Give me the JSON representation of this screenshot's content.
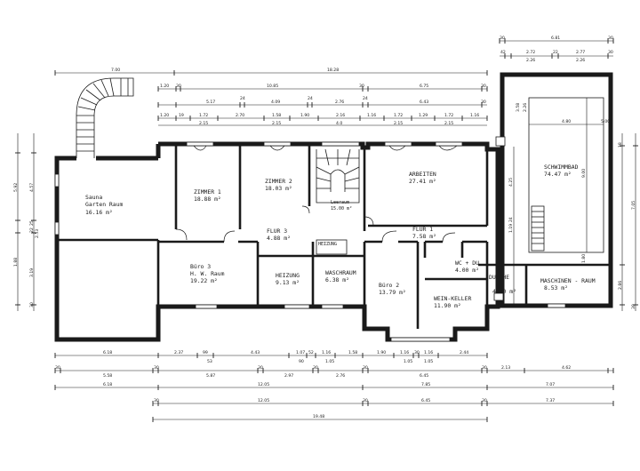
{
  "rooms": {
    "sauna": {
      "name": "Sauna",
      "name2": "Garten Raum",
      "area": "16.16 m²"
    },
    "zimmer1": {
      "name": "ZIMMER 1",
      "area": "18.88 m²"
    },
    "zimmer2": {
      "name": "ZIMMER 2",
      "area": "18.03 m²"
    },
    "leeraum": {
      "name": "Leeraum",
      "area": "15.00 m²"
    },
    "arbeiten": {
      "name": "ARBEITEN",
      "area": "27.41 m²"
    },
    "schwimmbad": {
      "name": "SCHWIMMBAD",
      "area": "74.47 m²"
    },
    "flur3": {
      "name": "FLUR 3",
      "area": "4.88 m²"
    },
    "flur1": {
      "name": "FLUR 1",
      "area": "7.58 m²"
    },
    "buero3": {
      "name": "Büro 3",
      "name2": "H. W. Raum",
      "area": "19.22 m²"
    },
    "heizung": {
      "name": "HEIZUNG",
      "area": "9.13 m²"
    },
    "heizung_small": {
      "name": "HEIZUNG"
    },
    "waschraum": {
      "name": "WASCHRAUM",
      "area": "6.38 m²"
    },
    "buero2": {
      "name": "Büro 2",
      "area": "13.79 m²"
    },
    "weinkeller": {
      "name": "WEIN-KELLER",
      "area": "11.90 m²"
    },
    "wcdu": {
      "name": "WC + DU",
      "area": "4.00 m²"
    },
    "dusche": {
      "name": "DUSCHE",
      "area": "4.70 m²"
    },
    "maschinen": {
      "name": "MASCHINEN - RAUM",
      "area": "8.53 m²"
    }
  },
  "dims": {
    "top_total": "18.28",
    "top_left": "7.00",
    "row1": [
      "1.20",
      "30",
      "10.85",
      "30",
      "6.75",
      "30"
    ],
    "row2": [
      "5.17",
      "24",
      "4.09",
      "24",
      "2.76",
      "24",
      "6.43",
      "30"
    ],
    "row3": [
      "1.20",
      "19",
      "1.72",
      "2.70",
      "1.58",
      "1.90",
      "2.16",
      "1.16",
      "1.72",
      "1.29",
      "1.72",
      "1.16"
    ],
    "row3b": [
      "2.15",
      "2.15",
      "4.0",
      "2.15",
      "2.15"
    ],
    "pool_top": [
      "30",
      "6.81",
      "30"
    ],
    "pool_row2": [
      "42",
      "2.72",
      "22",
      "2.77",
      "30"
    ],
    "pool_row3": [
      "2.26",
      "2.26"
    ],
    "pool_inner": "4.80",
    "pool_side": "5.00",
    "bot1": [
      "6.18",
      "2.37",
      "99",
      "4.43",
      "1.07",
      "52",
      "1.16",
      "1.58",
      "1.90",
      "1.16",
      "30",
      "1.16",
      "2.44"
    ],
    "bot1b": [
      "53",
      "90",
      "1.05",
      "1.05",
      "1.05"
    ],
    "bot2": [
      "30",
      "5.58",
      "30",
      "5.87",
      "30",
      "2.97",
      "30",
      "2.76",
      "30",
      "6.45",
      "30",
      "2.13",
      "4.62"
    ],
    "bot3": [
      "6.18",
      "12.05",
      "7.85",
      "7.07"
    ],
    "bot4": [
      "30",
      "12.05",
      "30",
      "6.45",
      "30",
      "7.37"
    ],
    "bot5": "19.48",
    "left": [
      "5.92",
      "4.57",
      "25",
      "2.53",
      "22",
      "1.88",
      "3.19",
      "30"
    ],
    "right": [
      "7.05",
      "2.86",
      "18",
      "30"
    ],
    "mid_right": [
      "4.25",
      "1.19",
      "24"
    ],
    "pool_vert": [
      "9.00",
      "1.80",
      "3.58",
      "2.26"
    ]
  }
}
